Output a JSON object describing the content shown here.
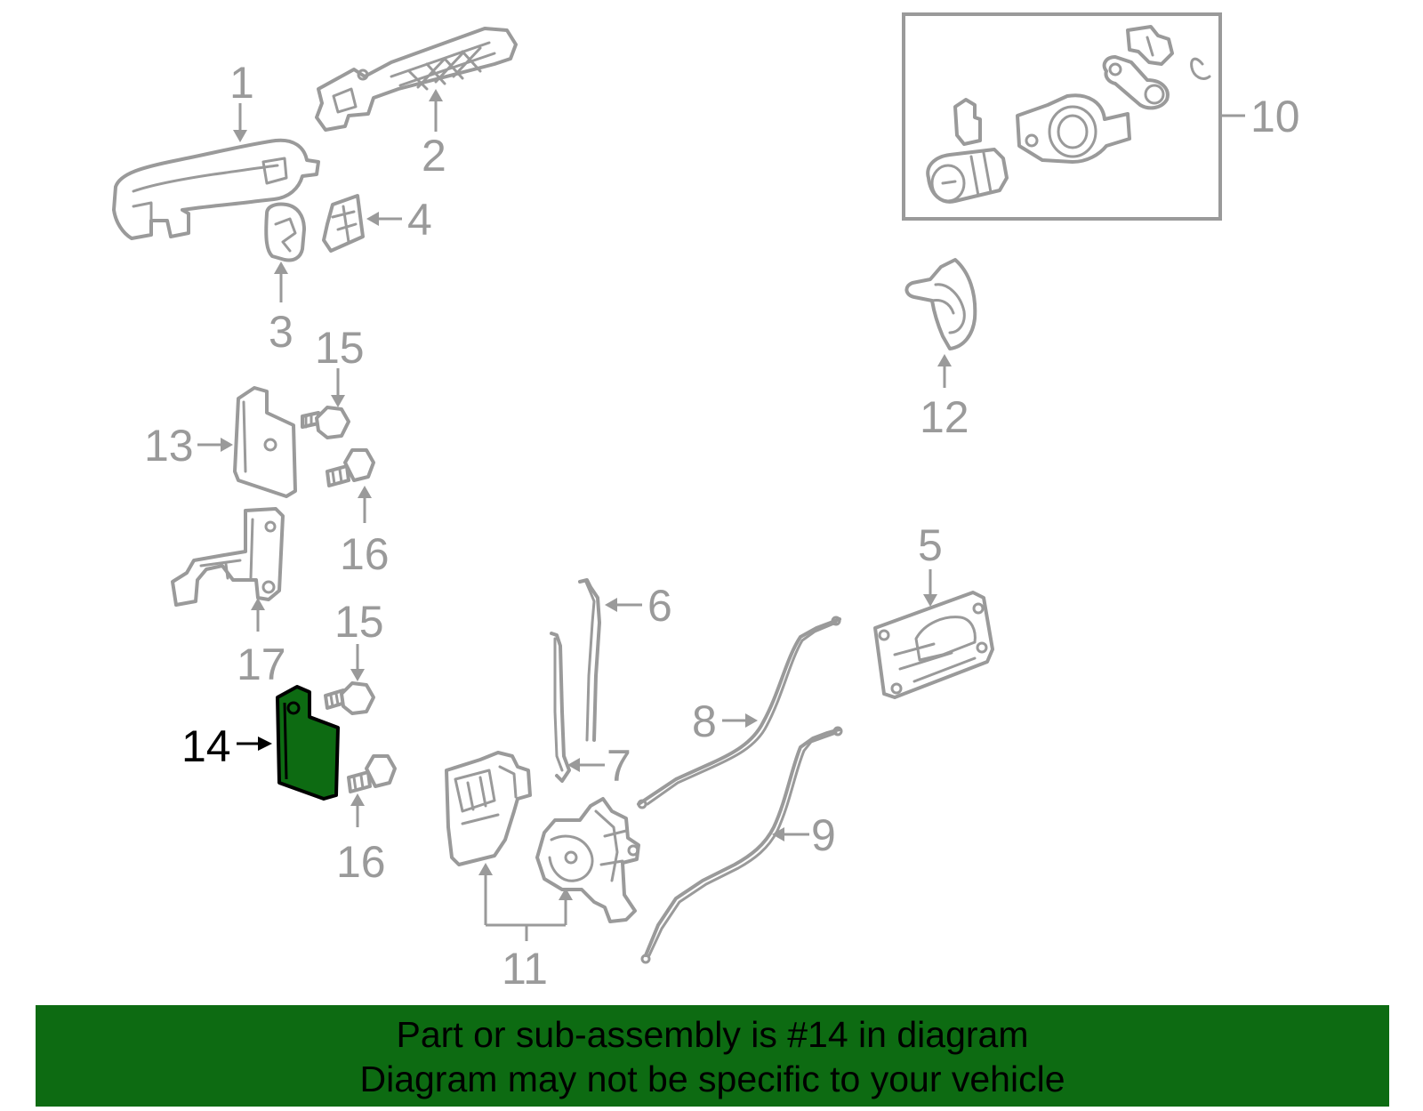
{
  "diagram": {
    "callouts": {
      "c1": "1",
      "c2": "2",
      "c3": "3",
      "c4": "4",
      "c5": "5",
      "c6": "6",
      "c7": "7",
      "c8": "8",
      "c9": "9",
      "c10": "10",
      "c11": "11",
      "c12": "12",
      "c13": "13",
      "c14": "14",
      "c15a": "15",
      "c15b": "15",
      "c16a": "16",
      "c16b": "16",
      "c17": "17"
    },
    "highlighted_part": "14"
  },
  "banner": {
    "line1": "Part or sub-assembly is #14 in diagram",
    "line2": "Diagram may not be specific to your vehicle"
  },
  "colors": {
    "highlight": "#0d6b12",
    "part_stroke": "#9a9a9a",
    "highlight_stroke": "#000000"
  }
}
